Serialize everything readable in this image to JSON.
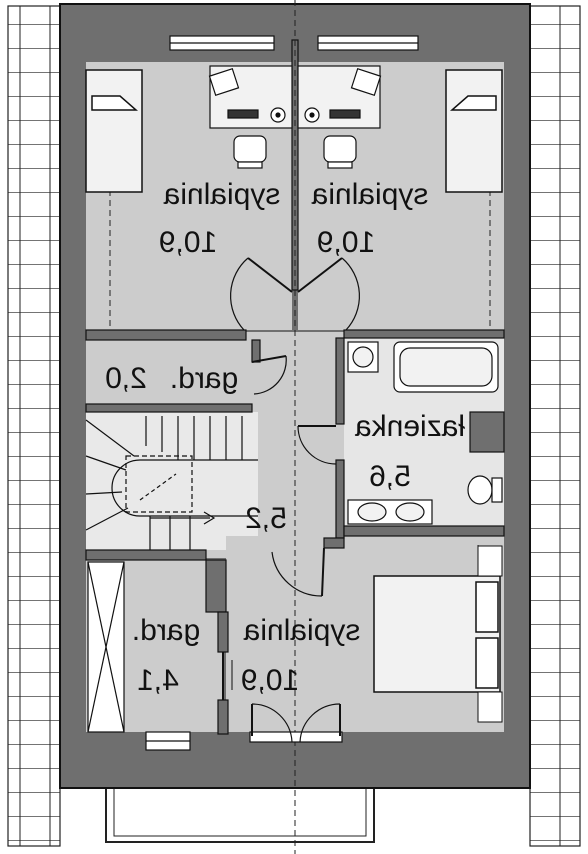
{
  "colors": {
    "wall": "#6f6f6f",
    "floor": "#cccccc",
    "bath_floor": "#e6e6e6",
    "roof": "#ffffff",
    "line": "#111111",
    "furniture": "#f2f2f2"
  },
  "rooms": [
    {
      "name": "sypialnia",
      "area": "10,9"
    },
    {
      "name": "sypialnia",
      "area": "10,9"
    },
    {
      "name": "gard.",
      "area": "2,0"
    },
    {
      "name": "łazienka",
      "area": "5,6"
    },
    {
      "name": "",
      "area": "5,2"
    },
    {
      "name": "sypialnia",
      "area": "10,9"
    },
    {
      "name": "gard.",
      "area": "4,1"
    }
  ]
}
